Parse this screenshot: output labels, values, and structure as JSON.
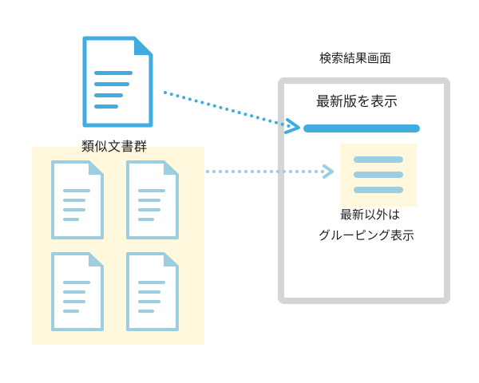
{
  "labels": {
    "search_result_screen": "検索結果画面",
    "latest_version_shown": "最新版を表示",
    "similar_documents": "類似文書群",
    "others_line1": "最新以外は",
    "others_line2": "グルーピング表示"
  },
  "colors": {
    "primary_blue": "#40ACDF",
    "light_blue": "#9CCEDF",
    "cream_fill": "#FFF8DC",
    "frame_gray": "#D5D5D5",
    "text": "#222222"
  },
  "icons": {
    "main_document": "document-icon",
    "similar_document": "document-icon",
    "result_list": "list-icon",
    "arrow": "dotted-arrow"
  }
}
